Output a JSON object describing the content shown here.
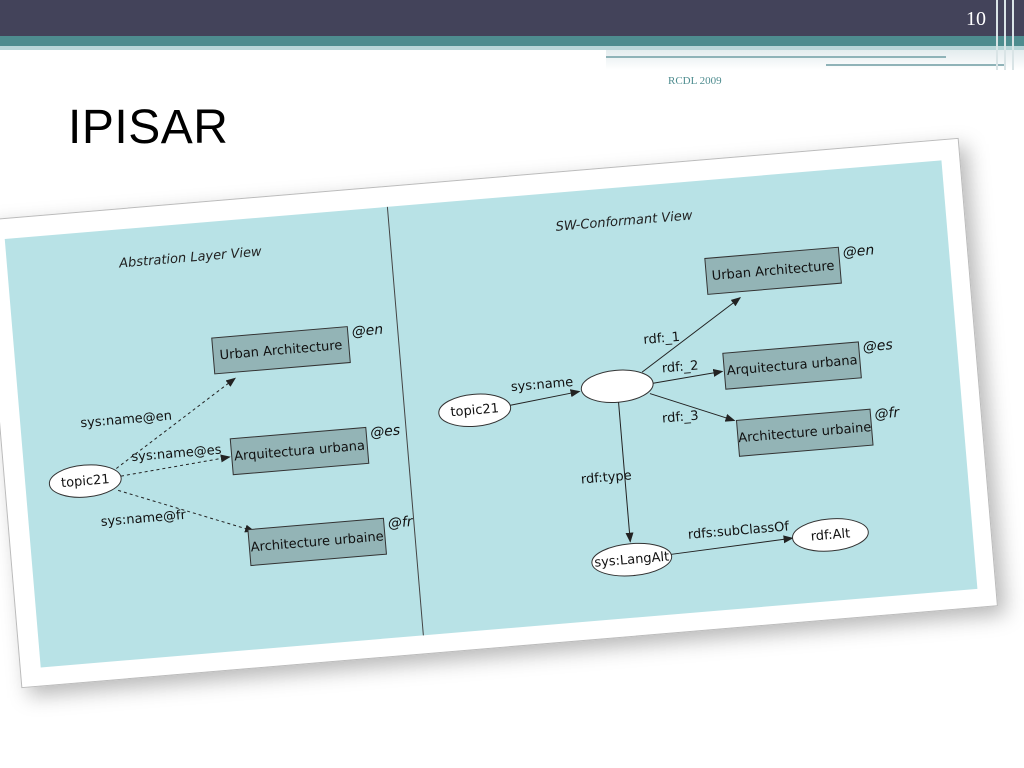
{
  "slide": {
    "page_number": "10",
    "footer": "RCDL 2009",
    "title": "IPISAR"
  },
  "abstraction": {
    "title": "Abstration Layer View",
    "topic": "topic21",
    "boxes": [
      {
        "label": "Urban Architecture",
        "tag": "@en",
        "edge": "sys:name@en"
      },
      {
        "label": "Arquitectura urbana",
        "tag": "@es",
        "edge": "sys:name@es"
      },
      {
        "label": "Architecture urbaine",
        "tag": "@fr",
        "edge": "sys:name@fr"
      }
    ]
  },
  "sw": {
    "title": "SW-Conformant View",
    "topic": "topic21",
    "name_edge": "sys:name",
    "boxes": [
      {
        "label": "Urban Architecture",
        "tag": "@en",
        "edge": "rdf:_1"
      },
      {
        "label": "Arquitectura urbana",
        "tag": "@es",
        "edge": "rdf:_2"
      },
      {
        "label": "Architecture urbaine",
        "tag": "@fr",
        "edge": "rdf:_3"
      }
    ],
    "type_edge": "rdf:type",
    "langalt": "sys:LangAlt",
    "subclass_edge": "rdfs:subClassOf",
    "alt": "rdf:Alt"
  },
  "colors": {
    "header_dark": "#43435a",
    "header_teal": "#4e8c8f",
    "diagram_bg": "#b8e2e6",
    "box_fill": "#93b4b6"
  }
}
